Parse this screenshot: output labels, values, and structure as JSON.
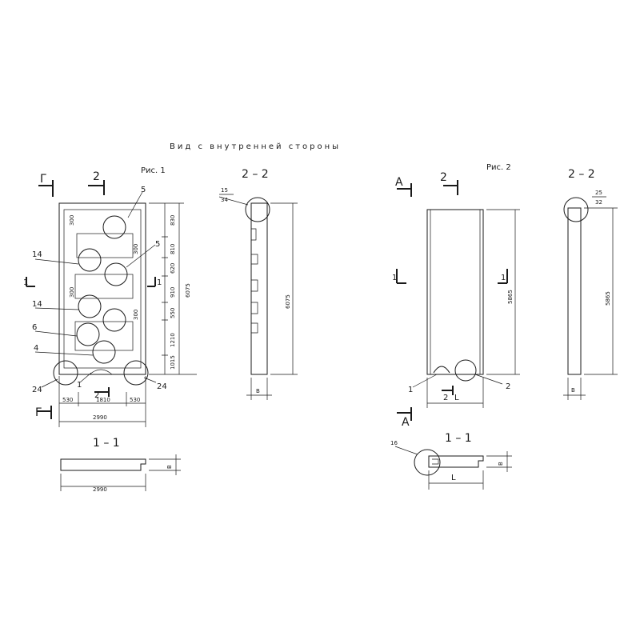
{
  "title": "Вид с внутренней стороны",
  "fig1": {
    "label": "Рис. 1",
    "section_22": "2 – 2",
    "section_11": "1 – 1",
    "cut_g": "Г",
    "cut_2": "2",
    "cut_1": "1",
    "callouts": {
      "c5a": "5",
      "c5b": "5",
      "c14a": "14",
      "c14b": "14",
      "c6": "6",
      "c4": "4",
      "c24a": "24",
      "c24b": "24",
      "c1": "1",
      "c2": "2"
    },
    "dims_right": [
      "830",
      "810",
      "620",
      "910",
      "550",
      "1210",
      "1015"
    ],
    "dim_total_height": "6075",
    "dims_small": [
      "300",
      "300",
      "300",
      "300"
    ],
    "dims_bottom": [
      "530",
      "1810",
      "530"
    ],
    "dim_width": "2990",
    "section_22_height": "6075",
    "section_22_b": "B",
    "callout_15_34": [
      "15",
      "34"
    ],
    "section_11_width": "2990",
    "section_11_b": "B"
  },
  "fig2": {
    "label": "Рис. 2",
    "section_22": "2 – 2",
    "section_11": "1 – 1",
    "cut_a": "А",
    "cut_2": "2",
    "cut_1": "1",
    "callouts": {
      "c1": "1",
      "c2": "2"
    },
    "dim_height": "5865",
    "dim_bottom": "L",
    "section_22_height": "5865",
    "section_22_b": "B",
    "callout_25_32": [
      "25",
      "32"
    ],
    "callout_16": "16",
    "section_11_width": "L",
    "section_11_b": "B"
  }
}
